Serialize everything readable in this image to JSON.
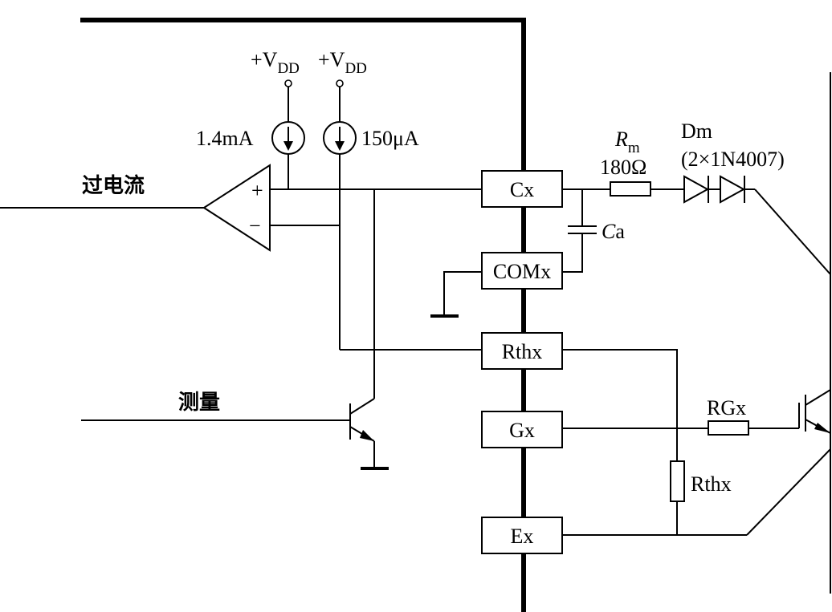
{
  "diagram": {
    "type": "circuit-schematic",
    "signals": {
      "overcurrent": "过电流",
      "measure": "测量"
    },
    "supplies": [
      {
        "prefix": "+V",
        "sub": "DD"
      },
      {
        "prefix": "+V",
        "sub": "DD"
      }
    ],
    "current_sources": [
      {
        "label": "1.4mA"
      },
      {
        "label": "150μA"
      }
    ],
    "comparator": {
      "plus": "+",
      "minus": "−"
    },
    "pins": [
      "Cx",
      "COMx",
      "Rthx",
      "Gx",
      "Ex"
    ],
    "components": {
      "rm_symbol": "R",
      "rm_sub": "m",
      "rm_value": "180Ω",
      "diode_name": "Dm",
      "diode_part": "(2×1N4007)",
      "cap_symbol": "C",
      "cap_suffix": "a",
      "rgx": "RGx",
      "rthx_resistor": "Rthx"
    },
    "colors": {
      "line": "#000000",
      "background": "#ffffff"
    }
  }
}
